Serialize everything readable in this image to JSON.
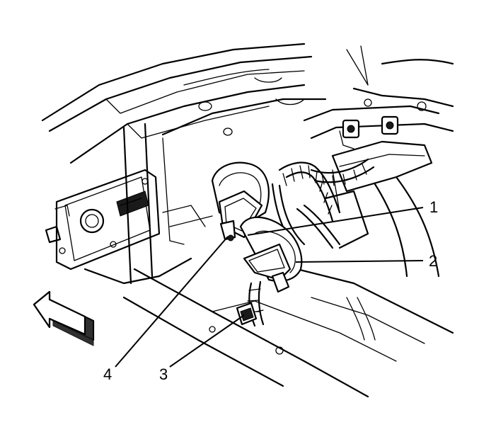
{
  "callouts": [
    {
      "id": "1",
      "text": "1"
    },
    {
      "id": "2",
      "text": "2"
    },
    {
      "id": "3",
      "text": "3"
    },
    {
      "id": "4",
      "text": "4"
    }
  ],
  "colors": {
    "line": "#000000",
    "background": "#ffffff"
  },
  "icons": {
    "direction": "front-direction-arrow-icon"
  }
}
